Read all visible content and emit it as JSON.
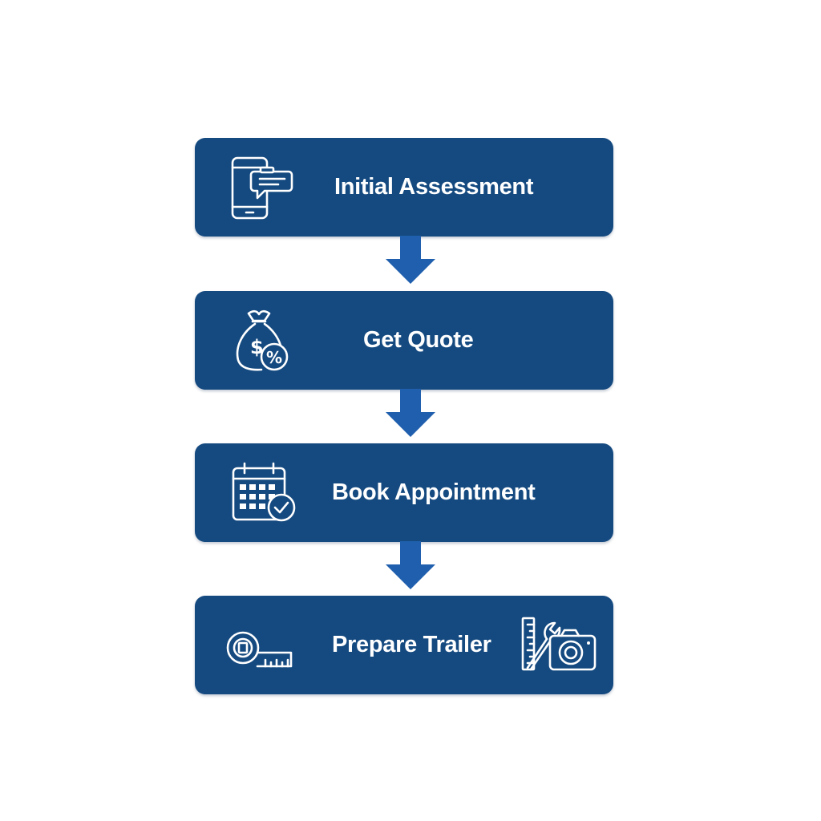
{
  "flow": {
    "steps": [
      {
        "label": "Initial Assessment",
        "icon": "phone-chat-icon"
      },
      {
        "label": "Get Quote",
        "icon": "money-bag-percent-icon"
      },
      {
        "label": "Book Appointment",
        "icon": "calendar-check-icon"
      },
      {
        "label": "Prepare Trailer",
        "icon": "tape-measure-icon",
        "icon_right": "ruler-wrench-camera-icon"
      }
    ],
    "colors": {
      "box": "#154a80",
      "arrow": "#1f5fad",
      "text": "#ffffff"
    }
  }
}
